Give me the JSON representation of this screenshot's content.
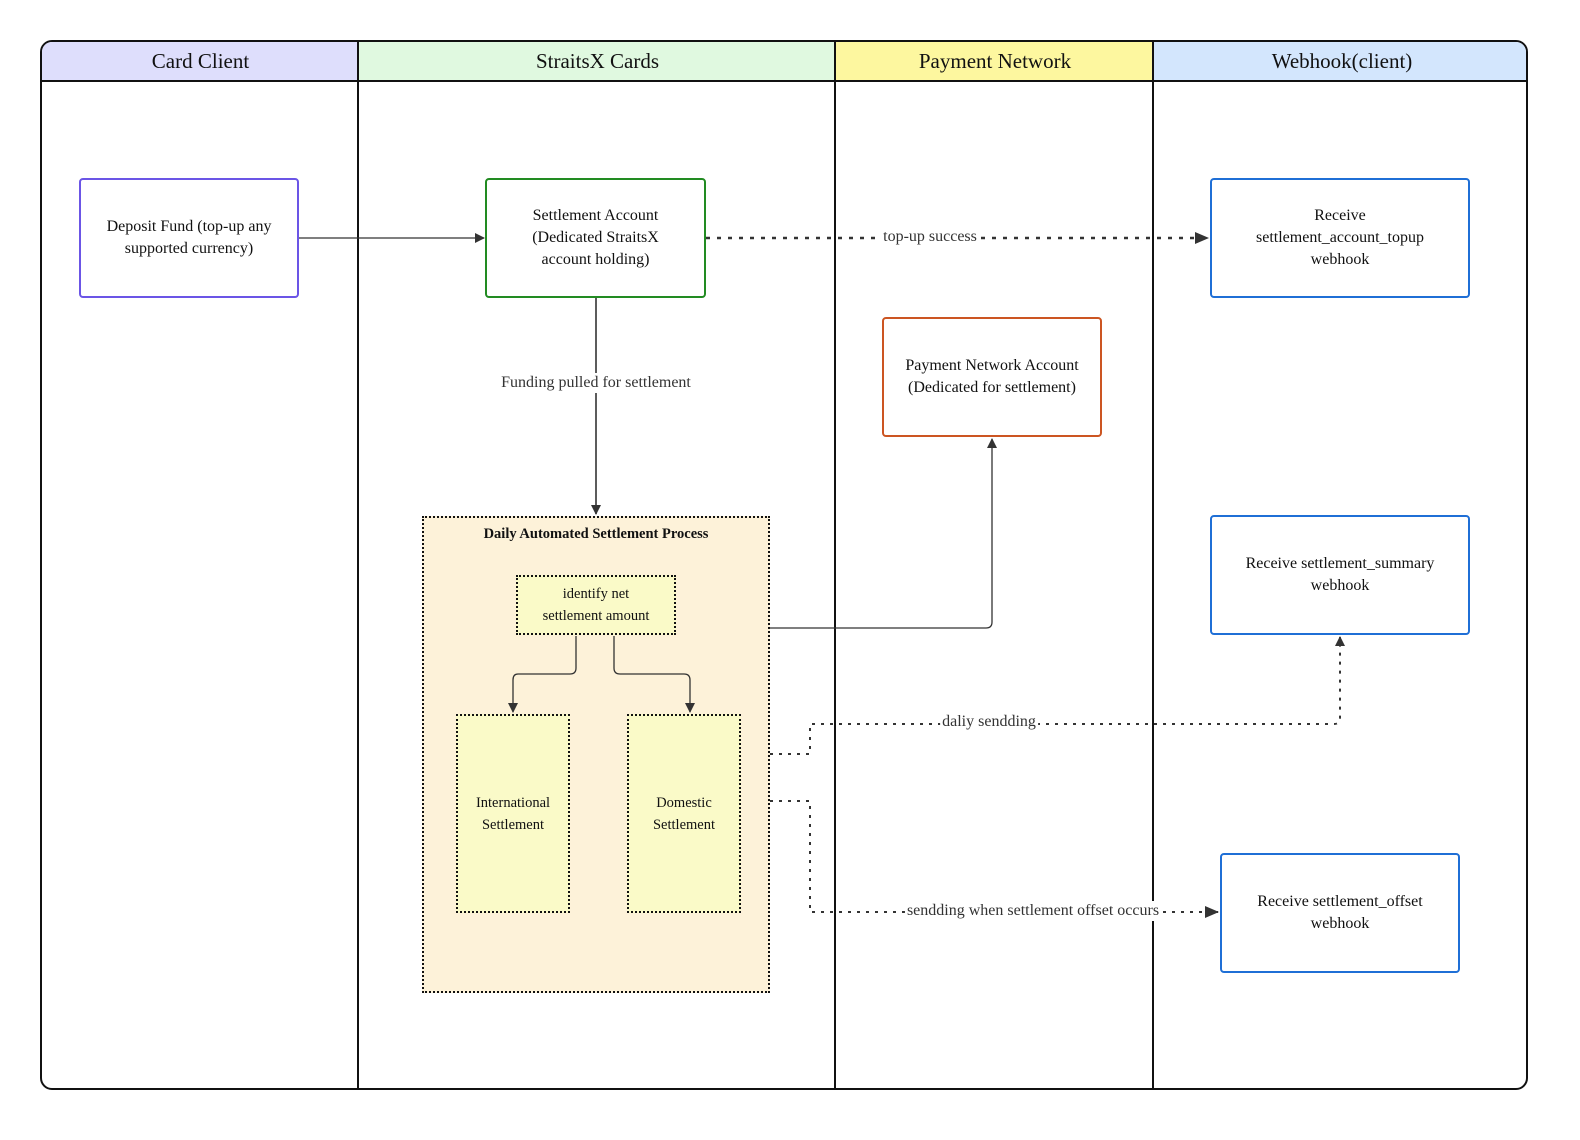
{
  "lanes": [
    {
      "title": "Card Client",
      "color": "#dedefc"
    },
    {
      "title": "StraitsX Cards",
      "color": "#e0f9e0"
    },
    {
      "title": "Payment Network",
      "color": "#fdf79f"
    },
    {
      "title": "Webhook(client)",
      "color": "#d3e6fd"
    }
  ],
  "nodes": {
    "deposit": {
      "label": "Deposit Fund (top-up any\nsupported currency)",
      "border": "#6b55e6"
    },
    "settlement_account": {
      "label": "Settlement Account\n(Dedicated StraitsX\naccount holding)",
      "border": "#228b22"
    },
    "payment_network_account": {
      "label": "Payment Network Account\n(Dedicated for settlement)",
      "border": "#cc5522"
    },
    "topup_webhook": {
      "label": "Receive\nsettlement_account_topup\nwebhook",
      "border": "#1f6fd6"
    },
    "summary_webhook": {
      "label": "Receive settlement_summary\nwebhook",
      "border": "#1f6fd6"
    },
    "offset_webhook": {
      "label": "Receive settlement_offset\nwebhook",
      "border": "#1f6fd6"
    }
  },
  "group": {
    "title": "Daily Automated Settlement Process",
    "identify": "identify net\nsettlement amount",
    "international": "International\nSettlement",
    "domestic": "Domestic\nSettlement"
  },
  "edge_labels": {
    "topup_success": "top-up success",
    "funding_pulled": "Funding pulled for settlement",
    "daily_sending": "daliy sendding",
    "offset_sending": "sendding when settlement offset occurs"
  }
}
